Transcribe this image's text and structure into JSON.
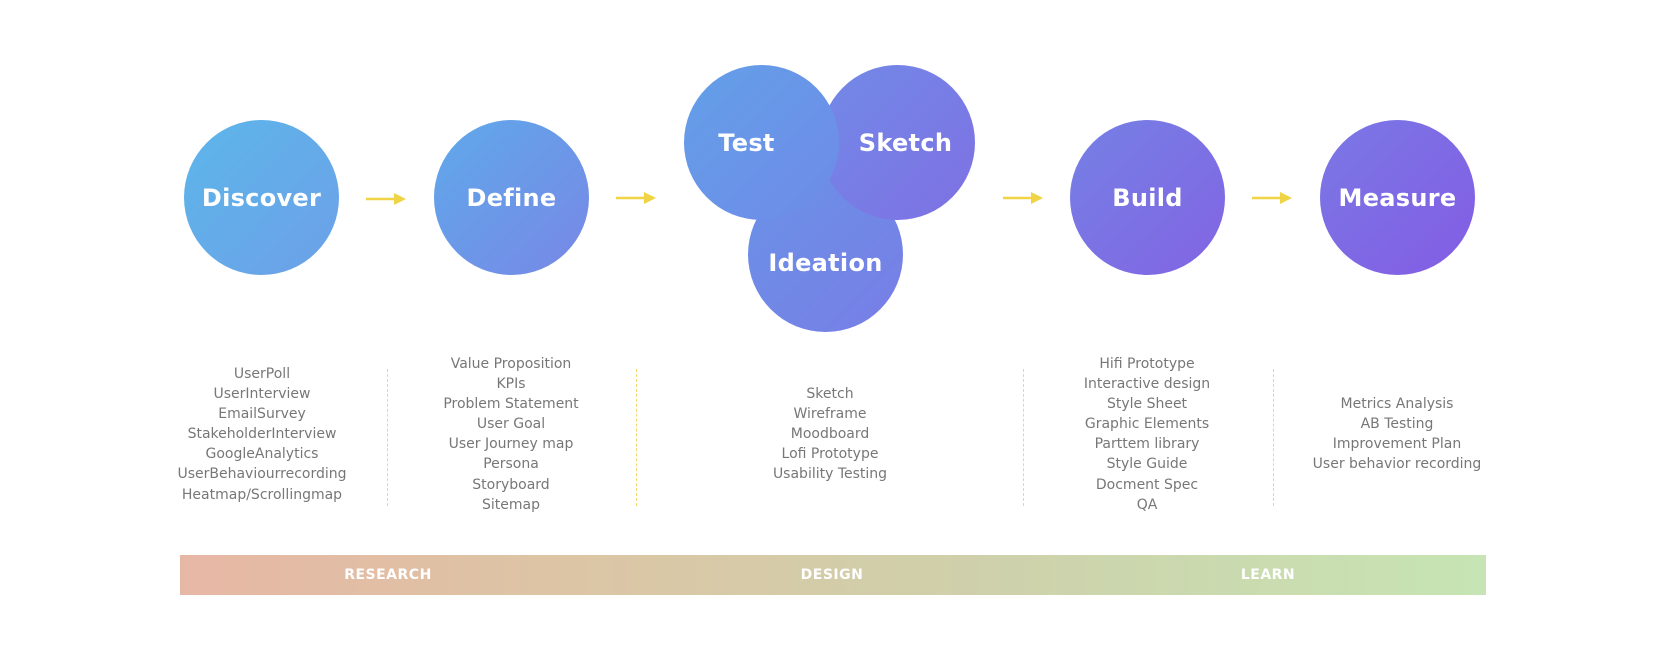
{
  "stages": {
    "discover": "Discover",
    "define": "Define",
    "test": "Test",
    "sketch": "Sketch",
    "ideation": "Ideation",
    "build": "Build",
    "measure": "Measure"
  },
  "lists": {
    "discover": [
      "UserPoll",
      "UserInterview",
      "EmailSurvey",
      "StakeholderInterview",
      "GoogleAnalytics",
      "UserBehaviourrecording",
      "Heatmap/Scrollingmap"
    ],
    "define": [
      "Value Proposition",
      "KPIs",
      "Problem Statement",
      "User Goal",
      "User Journey map",
      "Persona",
      "Storyboard",
      "Sitemap"
    ],
    "ideation": [
      "Sketch",
      "Wireframe",
      "Moodboard",
      "Lofi Prototype",
      "Usability Testing"
    ],
    "build": [
      "Hifi Prototype",
      "Interactive design",
      "Style Sheet",
      "Graphic Elements",
      "Parttem library",
      "Style Guide",
      "Docment Spec",
      "QA"
    ],
    "measure": [
      "Metrics Analysis",
      "AB Testing",
      "Improvement Plan",
      "User behavior recording"
    ]
  },
  "phases": {
    "research": "RESEARCH",
    "design": "DESIGN",
    "learn": "LEARN"
  },
  "colors": {
    "circle_start": "#5db2ea",
    "circle_end": "#8263e4",
    "arrow": "#f0d445",
    "divider": "#f3d870",
    "list_text": "#777777",
    "bar_start": "#e7b7a5",
    "bar_end": "#c6e4b4"
  }
}
